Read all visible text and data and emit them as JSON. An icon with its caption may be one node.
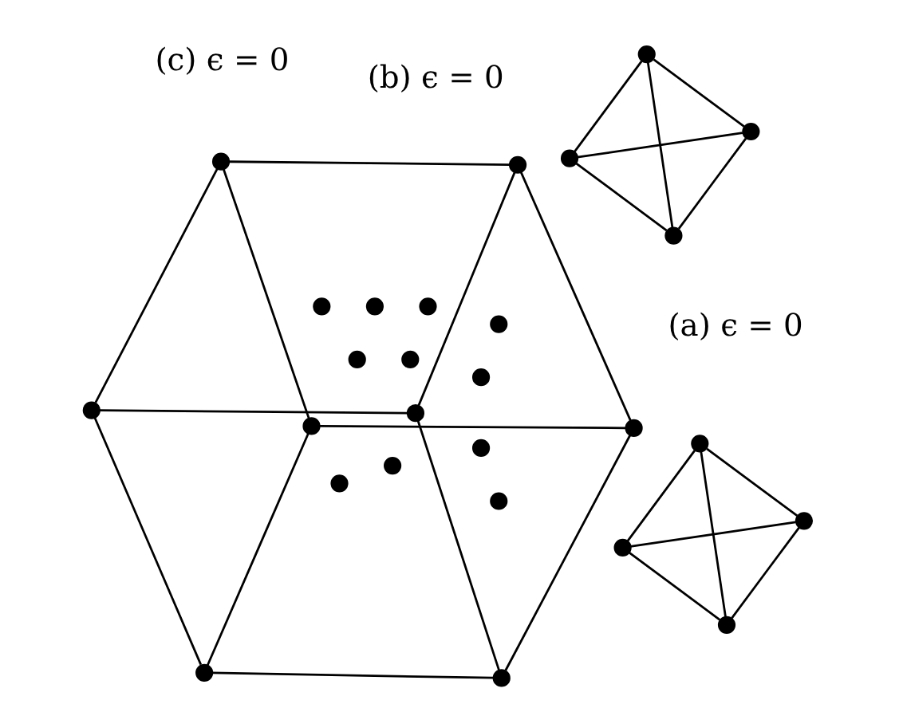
{
  "diagram": {
    "nodes": [
      {
        "text": [],
        "shape": "circle"
      },
      {
        "text": [],
        "shape": "circle"
      },
      {
        "text": [],
        "shape": "circle"
      },
      {
        "text": [],
        "shape": "circle"
      },
      {
        "text": [],
        "shape": "circle"
      },
      {
        "text": [],
        "shape": "circle"
      },
      {
        "text": [],
        "shape": "circle"
      },
      {
        "text": [],
        "shape": "circle"
      },
      {
        "text": [],
        "shape": "circle"
      },
      {
        "text": [],
        "shape": "circle"
      },
      {
        "text": [],
        "shape": "circle"
      },
      {
        "text": [],
        "shape": "circle"
      },
      {
        "text": [],
        "shape": "circle"
      },
      {
        "text": [],
        "shape": "circle"
      },
      {
        "text": [],
        "shape": "circle"
      },
      {
        "text": [],
        "shape": "circle"
      },
      {
        "text": [],
        "shape": "circle"
      },
      {
        "text": [],
        "shape": "circle"
      },
      {
        "text": [],
        "shape": "circle"
      },
      {
        "text": [],
        "shape": "circle"
      },
      {
        "text": [],
        "shape": "circle"
      },
      {
        "text": [],
        "shape": "circle"
      },
      {
        "text": [],
        "shape": "circle"
      },
      {
        "text": [],
        "shape": "circle"
      },
      {
        "text": [],
        "shape": "circle"
      },
      {
        "text": [],
        "shape": "circle"
      },
      {
        "text": [],
        "shape": "circle"
      }
    ],
    "edges": [
      {
        "from": 9,
        "to": 14,
        "arrow": "none"
      },
      {
        "from": 9,
        "to": 12,
        "arrow": "none"
      },
      {
        "from": 9,
        "to": 15,
        "arrow": "none"
      },
      {
        "from": 10,
        "to": 11,
        "arrow": "none"
      },
      {
        "from": 10,
        "to": 15,
        "arrow": "none"
      },
      {
        "from": 10,
        "to": 14,
        "arrow": "none"
      },
      {
        "from": 12,
        "to": 17,
        "arrow": "none"
      },
      {
        "from": 12,
        "to": 16,
        "arrow": "none"
      },
      {
        "from": 15,
        "to": 16,
        "arrow": "none"
      },
      {
        "from": 17,
        "to": 14,
        "arrow": "none"
      },
      {
        "from": 17,
        "to": 11,
        "arrow": "none"
      },
      {
        "from": 16,
        "to": 11,
        "arrow": "none"
      },
      {
        "from": 18,
        "to": 19,
        "arrow": "none"
      },
      {
        "from": 18,
        "to": 21,
        "arrow": "none"
      },
      {
        "from": 18,
        "to": 24,
        "arrow": "none"
      },
      {
        "from": 19,
        "to": 21,
        "arrow": "none"
      },
      {
        "from": 19,
        "to": 24,
        "arrow": "none"
      },
      {
        "from": 21,
        "to": 24,
        "arrow": "none"
      },
      {
        "from": 20,
        "to": 23,
        "arrow": "none"
      },
      {
        "from": 20,
        "to": 25,
        "arrow": "none"
      },
      {
        "from": 20,
        "to": 26,
        "arrow": "none"
      },
      {
        "from": 23,
        "to": 25,
        "arrow": "none"
      },
      {
        "from": 23,
        "to": 26,
        "arrow": "none"
      },
      {
        "from": 25,
        "to": 26,
        "arrow": "none"
      }
    ],
    "labels": [
      "(a) ϵ = 0",
      "(b) ϵ = 0",
      "(c) ϵ = 0"
    ]
  }
}
